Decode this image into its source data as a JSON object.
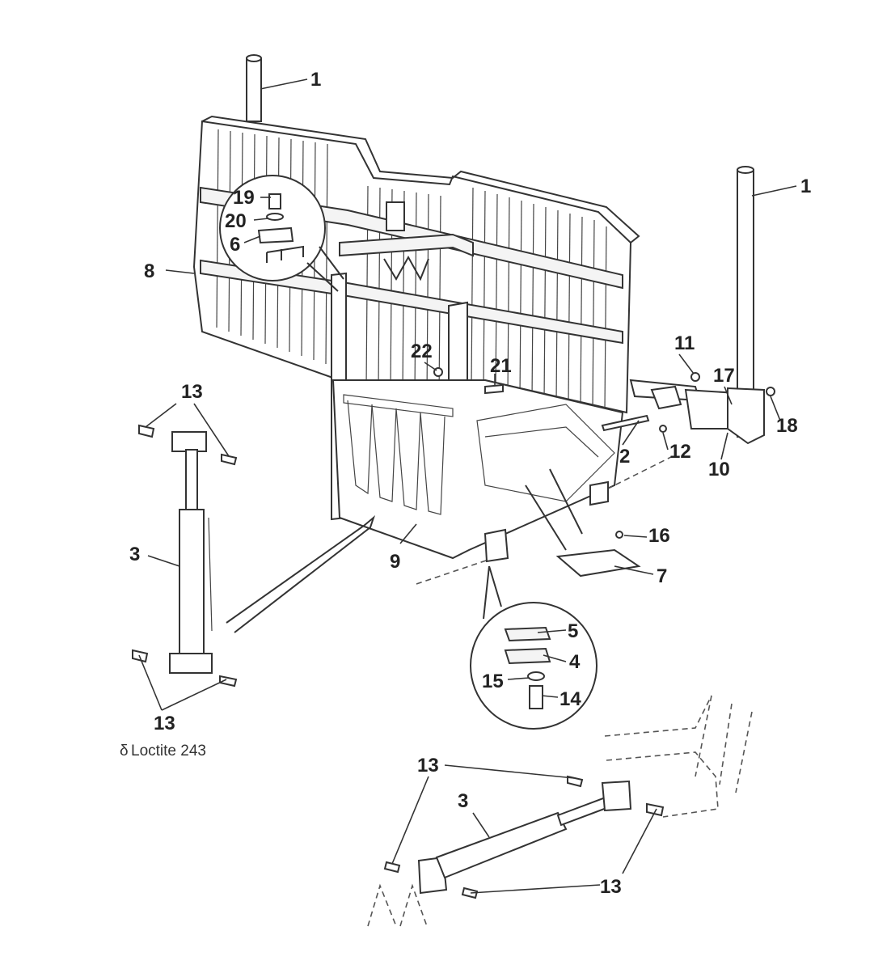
{
  "callouts": {
    "c1a": "1",
    "c1b": "1",
    "c2": "2",
    "c3a": "3",
    "c3b": "3",
    "c4": "4",
    "c5": "5",
    "c6": "6",
    "c7": "7",
    "c8": "8",
    "c9": "9",
    "c10": "10",
    "c11": "11",
    "c12": "12",
    "c13a": "13",
    "c13b": "13",
    "c13c": "13",
    "c13d": "13",
    "c14": "14",
    "c15": "15",
    "c16": "16",
    "c17": "17",
    "c18": "18",
    "c19": "19",
    "c20": "20",
    "c21": "21",
    "c22": "22"
  },
  "note": {
    "loctite": "Loctite 243"
  }
}
